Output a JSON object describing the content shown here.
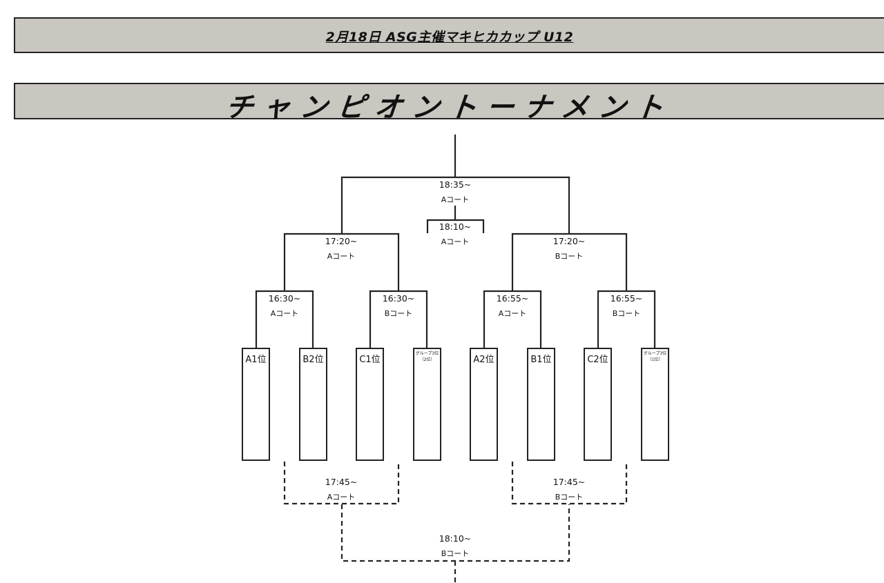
{
  "header": {
    "event_title": "2月18日 ASG主催マキヒカカップ U12",
    "bracket_title": "チャンピオントーナメント"
  },
  "entries": [
    {
      "label": "A1位"
    },
    {
      "label": "B2位"
    },
    {
      "label": "C1位"
    },
    {
      "label": "グループ3位\n（2位）",
      "small": true
    },
    {
      "label": "A2位"
    },
    {
      "label": "B1位"
    },
    {
      "label": "C2位"
    },
    {
      "label": "グループ3位\n（1位）",
      "small": true
    }
  ],
  "matches": {
    "r1_1": {
      "time": "16:30~",
      "court": "Aコート"
    },
    "r1_2": {
      "time": "16:30~",
      "court": "Bコート"
    },
    "r1_3": {
      "time": "16:55~",
      "court": "Aコート"
    },
    "r1_4": {
      "time": "16:55~",
      "court": "Bコート"
    },
    "semi_left": {
      "time": "17:20~",
      "court": "Aコート"
    },
    "semi_right": {
      "time": "17:20~",
      "court": "Bコート"
    },
    "final": {
      "time": "18:35~",
      "court": "Aコート"
    },
    "third_place": {
      "time": "18:10~",
      "court": "Aコート"
    },
    "consolation_left": {
      "time": "17:45~",
      "court": "Aコート"
    },
    "consolation_right": {
      "time": "17:45~",
      "court": "Bコート"
    },
    "consolation_final": {
      "time": "18:10~",
      "court": "Bコート"
    }
  },
  "colors": {
    "banner_bg": "#cac6c0",
    "line": "#222222"
  }
}
